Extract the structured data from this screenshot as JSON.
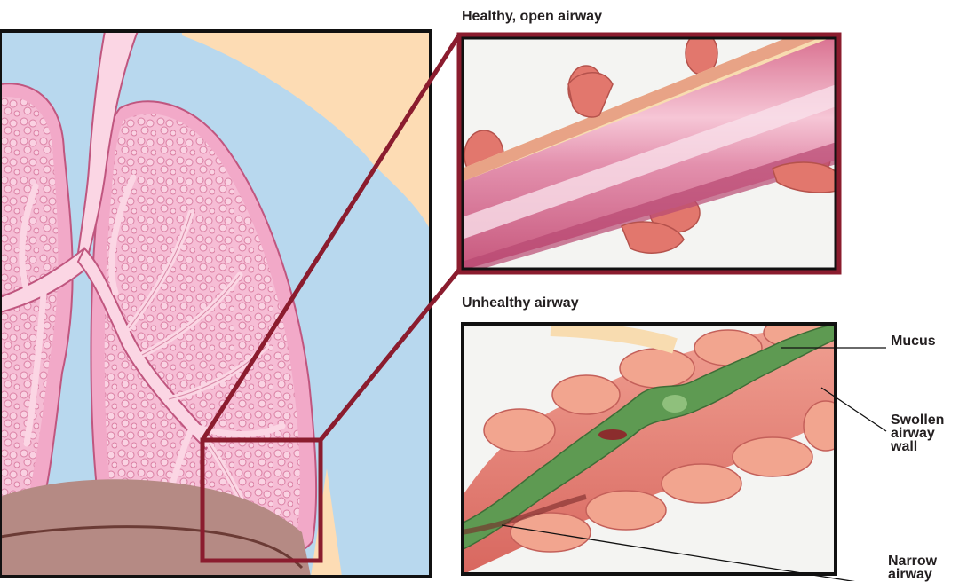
{
  "panels": {
    "healthy_title": "Healthy, open airway",
    "unhealthy_title": "Unhealthy airway"
  },
  "callouts": {
    "mucus": "Mucus",
    "swollen_line1": "Swollen",
    "swollen_line2": "airway",
    "swollen_line3": "wall",
    "narrow_line1": "Narrow",
    "narrow_line2": "airway"
  },
  "colors": {
    "frame": "#8b1c2e",
    "border": "#111111",
    "lung": "#f2a9c8",
    "lung_outline": "#c0567f",
    "background_blue": "#b8d8ee",
    "skin": "#fddcb4",
    "diaphragm": "#b58a84",
    "mucus": "#5e9a52",
    "airway_wall": "#e8858a"
  }
}
